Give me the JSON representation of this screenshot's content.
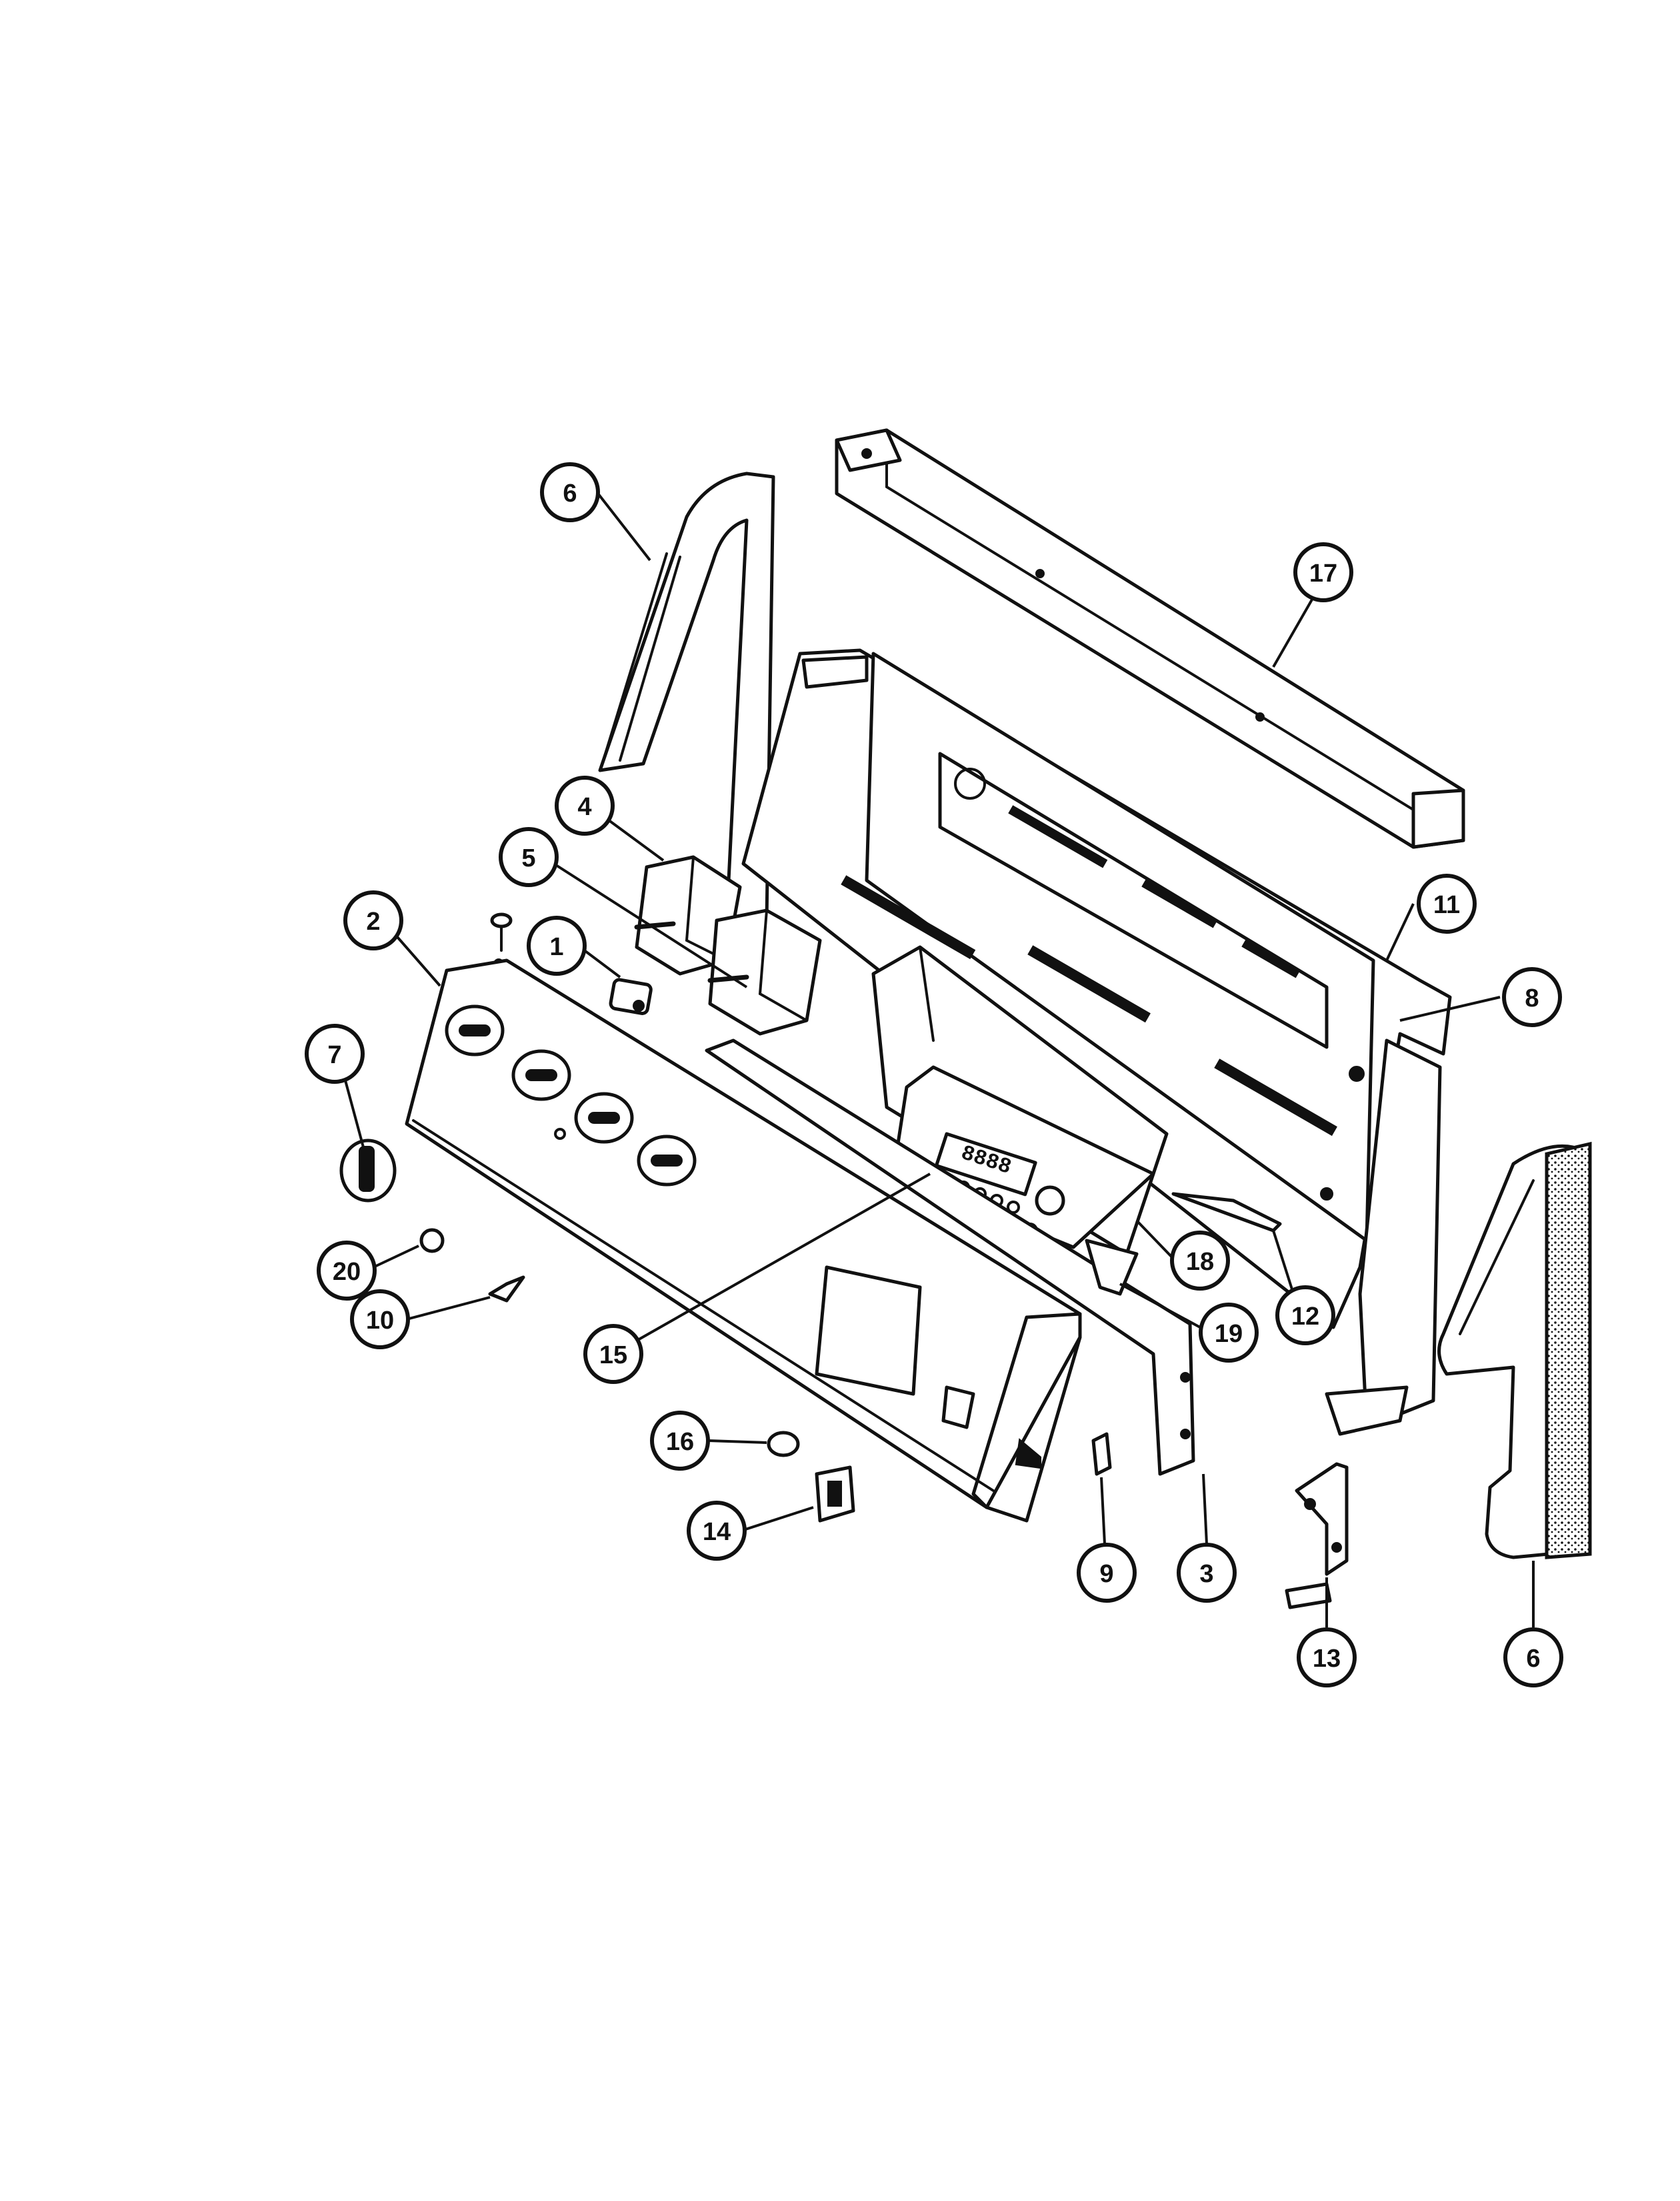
{
  "diagram": {
    "type": "exploded-parts-view",
    "callouts": [
      {
        "id": "c6a",
        "label": "6"
      },
      {
        "id": "c17",
        "label": "17"
      },
      {
        "id": "c4",
        "label": "4"
      },
      {
        "id": "c5",
        "label": "5"
      },
      {
        "id": "c2",
        "label": "2"
      },
      {
        "id": "c1",
        "label": "1"
      },
      {
        "id": "c11",
        "label": "11"
      },
      {
        "id": "c8",
        "label": "8"
      },
      {
        "id": "c7",
        "label": "7"
      },
      {
        "id": "c20",
        "label": "20"
      },
      {
        "id": "c10",
        "label": "10"
      },
      {
        "id": "c15",
        "label": "15"
      },
      {
        "id": "c18",
        "label": "18"
      },
      {
        "id": "c19",
        "label": "19"
      },
      {
        "id": "c12",
        "label": "12"
      },
      {
        "id": "c16",
        "label": "16"
      },
      {
        "id": "c14",
        "label": "14"
      },
      {
        "id": "c9",
        "label": "9"
      },
      {
        "id": "c3",
        "label": "3"
      },
      {
        "id": "c13",
        "label": "13"
      },
      {
        "id": "c6b",
        "label": "6"
      }
    ],
    "colors": {
      "ink": "#111111",
      "paper": "#ffffff"
    }
  }
}
